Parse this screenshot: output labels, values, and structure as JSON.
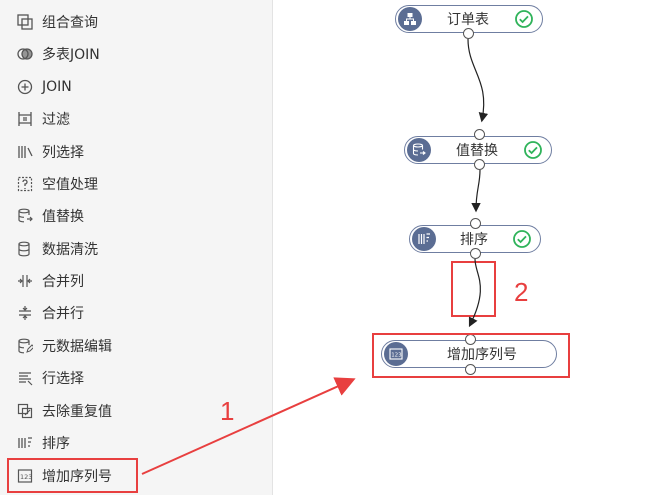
{
  "sidebar": {
    "items": [
      {
        "label": "组合查询",
        "icon": "combine-query-icon"
      },
      {
        "label": "多表JOIN",
        "icon": "multi-join-icon"
      },
      {
        "label": "JOIN",
        "icon": "join-icon"
      },
      {
        "label": "过滤",
        "icon": "filter-icon"
      },
      {
        "label": "列选择",
        "icon": "column-select-icon"
      },
      {
        "label": "空值处理",
        "icon": "null-handling-icon"
      },
      {
        "label": "值替换",
        "icon": "value-replace-icon"
      },
      {
        "label": "数据清洗",
        "icon": "data-clean-icon"
      },
      {
        "label": "合并列",
        "icon": "merge-columns-icon"
      },
      {
        "label": "合并行",
        "icon": "merge-rows-icon"
      },
      {
        "label": "元数据编辑",
        "icon": "metadata-edit-icon"
      },
      {
        "label": "行选择",
        "icon": "row-select-icon"
      },
      {
        "label": "去除重复值",
        "icon": "dedupe-icon"
      },
      {
        "label": "排序",
        "icon": "sort-icon"
      },
      {
        "label": "增加序列号",
        "icon": "add-serial-icon"
      }
    ]
  },
  "canvas": {
    "nodes": [
      {
        "label": "订单表",
        "icon": "table-source-icon",
        "status": "check-circle-icon"
      },
      {
        "label": "值替换",
        "icon": "value-replace-icon",
        "status": "check-circle-icon"
      },
      {
        "label": "排序",
        "icon": "sort-icon",
        "status": "check-circle-icon"
      },
      {
        "label": "增加序列号",
        "icon": "add-serial-icon",
        "status": ""
      }
    ]
  },
  "annotations": {
    "one": "1",
    "two": "2"
  },
  "colors": {
    "accent_red": "#e83f3f",
    "node_border": "#6f7ea1",
    "node_icon_bg": "#5b6d93",
    "check_green": "#2fb35a"
  }
}
